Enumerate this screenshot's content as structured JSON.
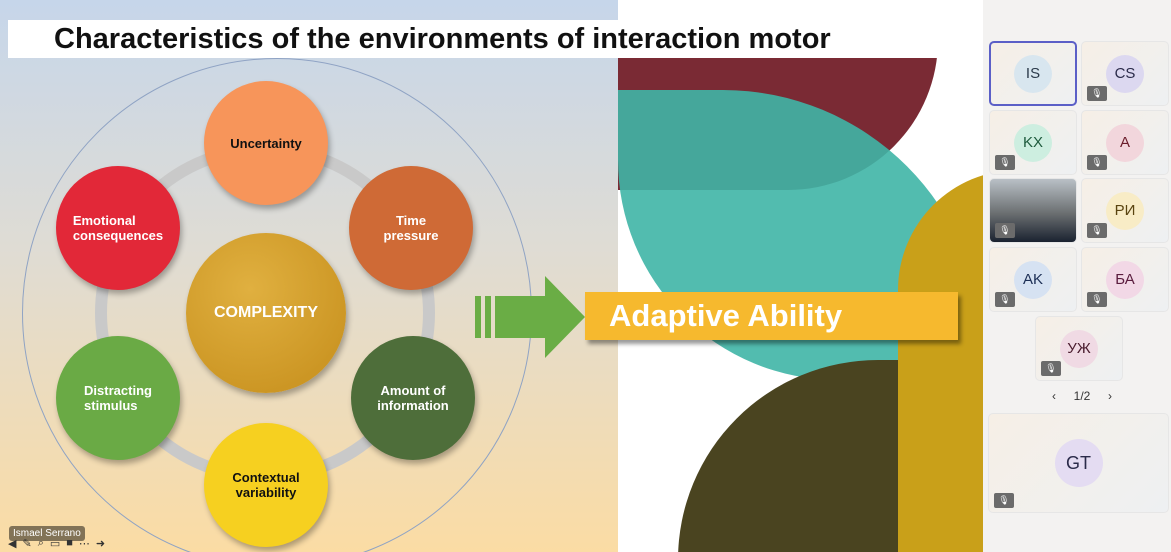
{
  "slide": {
    "title": "Characteristics of the environments of interaction motor",
    "center": "COMPLEXITY",
    "factors": [
      "Uncertainty",
      "Time\npressure",
      "Amount of\ninformation",
      "Contextual\nvariability",
      "Distracting\nstimulus",
      "Emotional\nconsequences"
    ],
    "result": "Adaptive Ability",
    "colors": {
      "uncertainty": "#f7955a",
      "time": "#cf6a36",
      "amount": "#4e6e3a",
      "contextual": "#f6d020",
      "distracting": "#6aaa45",
      "emotional": "#e22838",
      "center": "#d19a22",
      "arrow": "#6aad45",
      "banner": "#f6b92e"
    }
  },
  "presenter": {
    "name": "Ismael Serrano"
  },
  "participants": [
    {
      "initials": "IS",
      "bg": "#d8e6ef",
      "fg": "#2b3a4a"
    },
    {
      "initials": "CS",
      "bg": "#dcd8f0",
      "fg": "#2b2b4a"
    },
    {
      "initials": "KX",
      "bg": "#cdeee0",
      "fg": "#1d5a3c"
    },
    {
      "initials": "A",
      "bg": "#f2d6dc",
      "fg": "#6a1c2a"
    },
    {
      "initials": "",
      "bg": "#444",
      "fg": "#fff"
    },
    {
      "initials": "РИ",
      "bg": "#f8ecc6",
      "fg": "#5a4410"
    },
    {
      "initials": "AK",
      "bg": "#d6e2f2",
      "fg": "#1c2e55"
    },
    {
      "initials": "БА",
      "bg": "#f2d8e6",
      "fg": "#5a1c3e"
    },
    {
      "initials": "УЖ",
      "bg": "#f0dae4",
      "fg": "#4a1c2e"
    }
  ],
  "pager": "1/2",
  "pinned": {
    "initials": "GT",
    "bg": "#e4dcf2",
    "fg": "#2b2b4a"
  }
}
